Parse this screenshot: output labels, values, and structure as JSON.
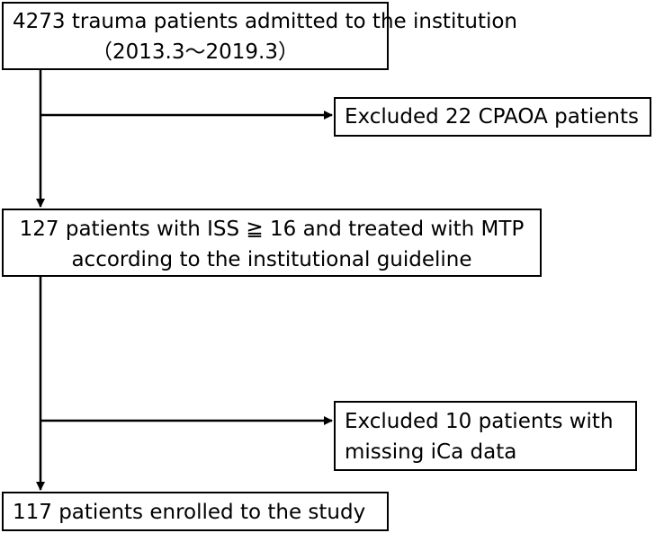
{
  "flowchart": {
    "boxes": [
      {
        "lines": [
          "4273 trauma patients admitted to the institution",
          "（2013.3～2019.3）"
        ]
      },
      {
        "lines": [
          "Excluded 22 CPAOA patients"
        ]
      },
      {
        "lines": [
          "127 patients with ISS ≧ 16 and treated with MTP",
          "according to the institutional guideline"
        ]
      },
      {
        "lines": [
          "Excluded 10 patients with",
          "missing iCa data"
        ]
      },
      {
        "lines": [
          "117 patients enrolled to the study"
        ]
      }
    ],
    "line_color": "#000000"
  }
}
